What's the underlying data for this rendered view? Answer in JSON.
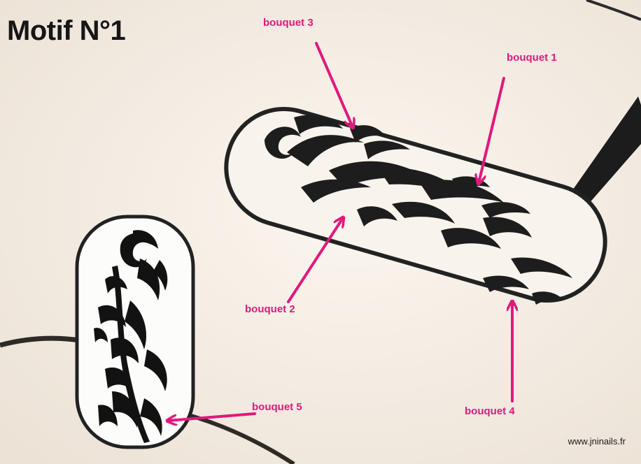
{
  "title": "Motif N°1",
  "labels": {
    "bouquet1": "bouquet 1",
    "bouquet2": "bouquet 2",
    "bouquet3": "bouquet 3",
    "bouquet4": "bouquet 4",
    "bouquet5": "bouquet 5"
  },
  "credit": "www.jninails.fr",
  "colors": {
    "annotation": "#e0197d",
    "ink": "#1c1c1c",
    "paper": "#f6efe6"
  }
}
